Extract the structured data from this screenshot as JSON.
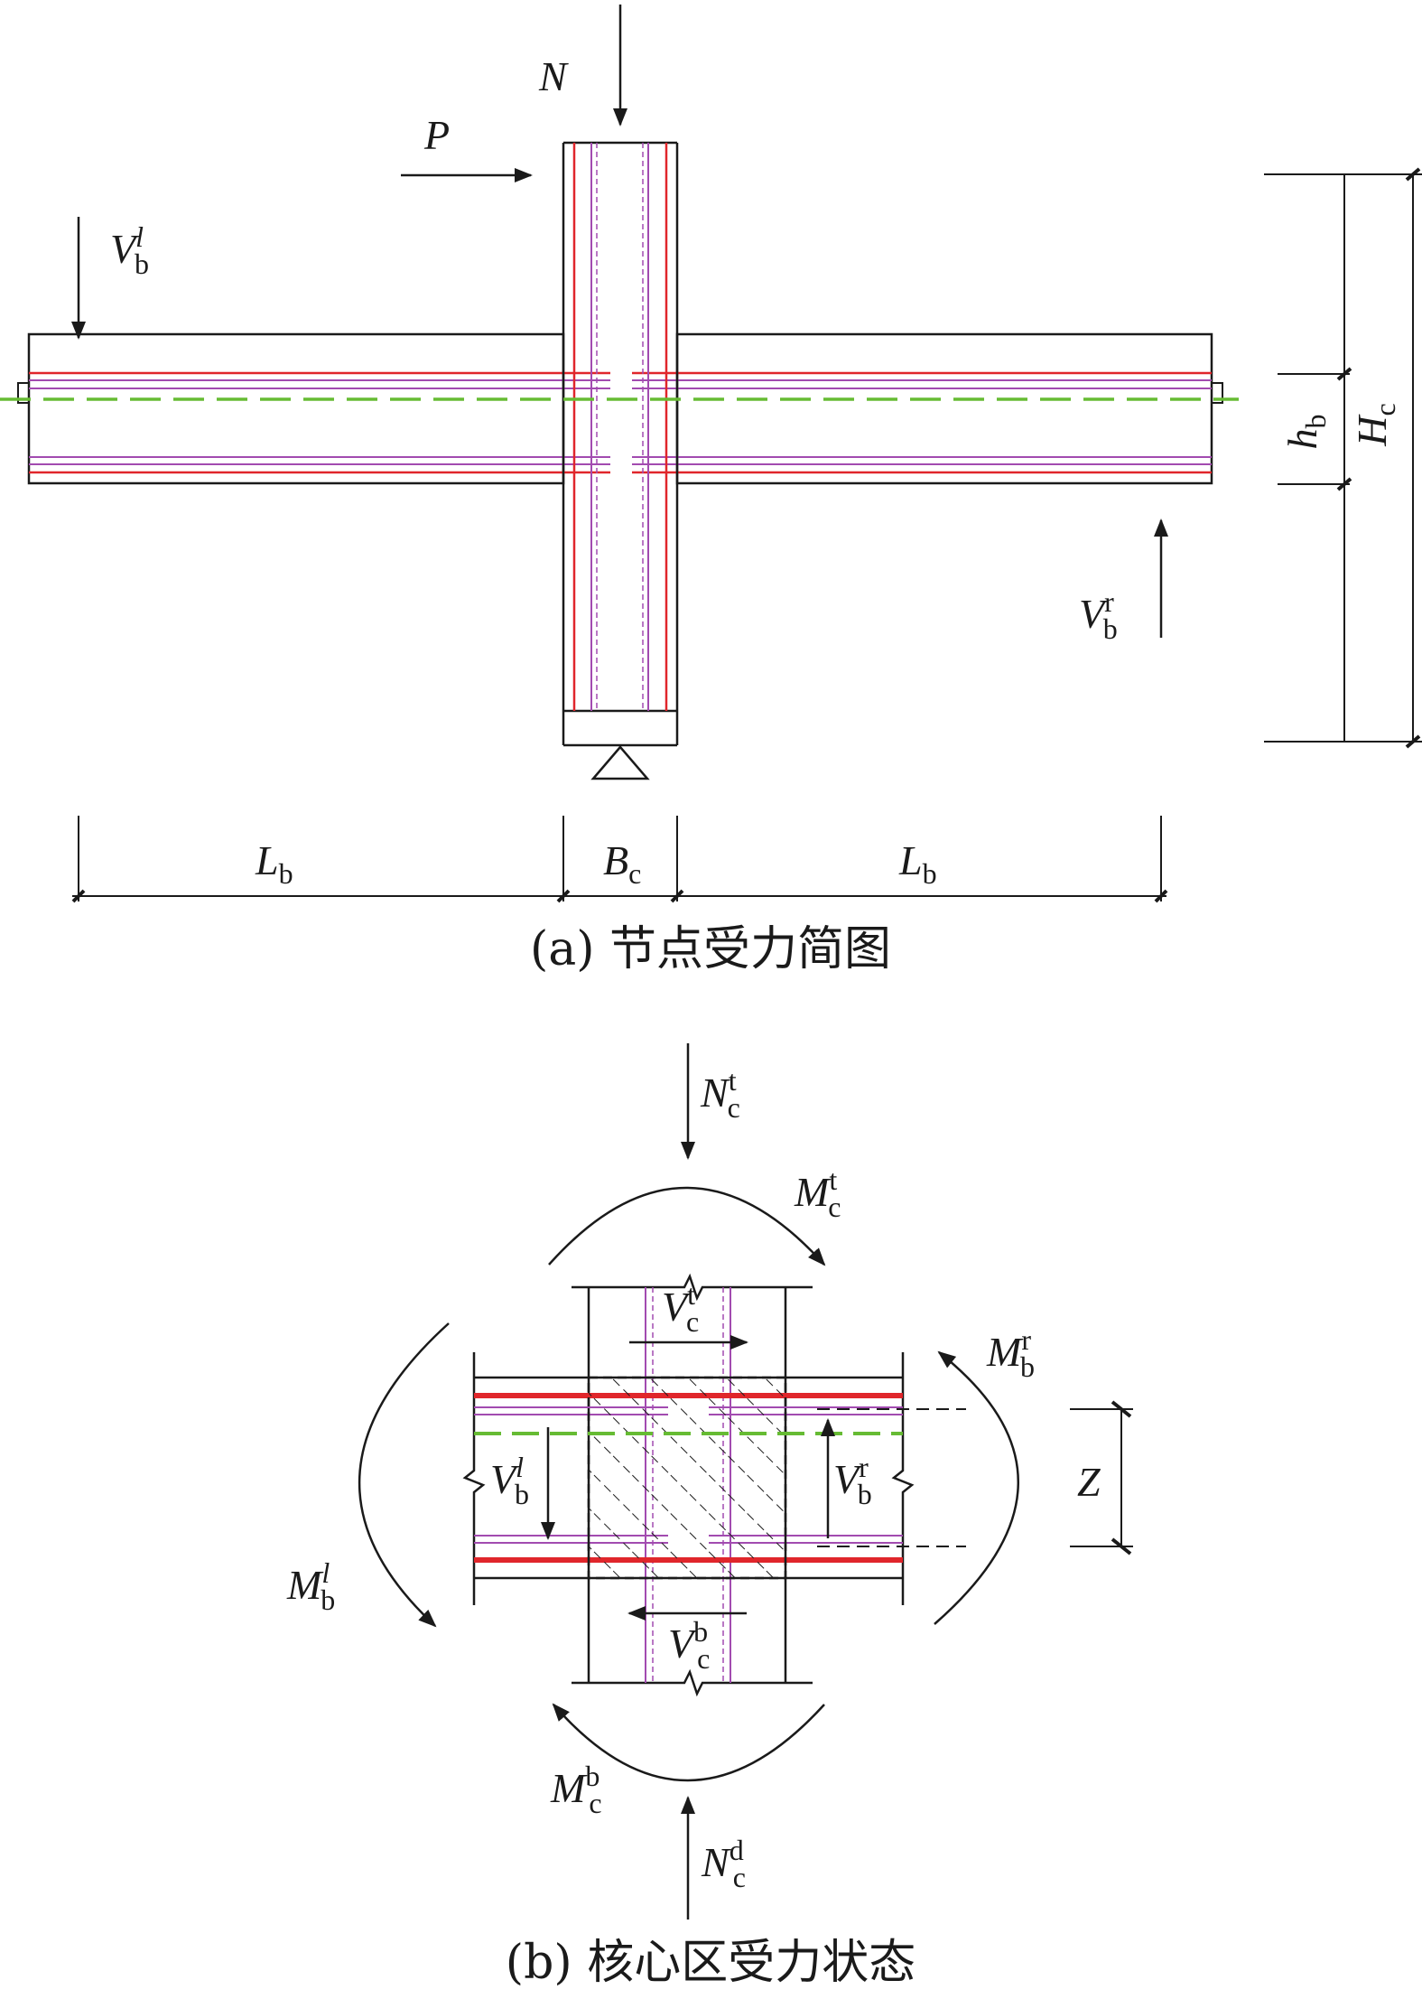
{
  "colors": {
    "line": "#1a1a1a",
    "main_rebar": "#e0262b",
    "steel_plate": "#a24bb0",
    "axis": "#66bb33"
  },
  "panel_a": {
    "caption": "(a) 节点受力简图",
    "forces": {
      "N": "N",
      "P": "P",
      "Vb_left": {
        "main": "V",
        "sub": "b",
        "sup": "l"
      },
      "Vb_right": {
        "main": "V",
        "sub": "b",
        "sup": "r"
      }
    },
    "dims": {
      "hb": {
        "main": "h",
        "sub": "b"
      },
      "Hc": {
        "main": "H",
        "sub": "c"
      },
      "Lb_left": {
        "main": "L",
        "sub": "b"
      },
      "Bc": {
        "main": "B",
        "sub": "c"
      },
      "Lb_right": {
        "main": "L",
        "sub": "b"
      }
    }
  },
  "panel_b": {
    "caption": "(b) 核心区受力状态",
    "forces": {
      "Nct": {
        "main": "N",
        "sub": "c",
        "sup": "t"
      },
      "Mct": {
        "main": "M",
        "sub": "c",
        "sup": "t"
      },
      "Vct": {
        "main": "V",
        "sub": "c",
        "sup": "t"
      },
      "Mbr": {
        "main": "M",
        "sub": "b",
        "sup": "r"
      },
      "Vbl": {
        "main": "V",
        "sub": "b",
        "sup": "l"
      },
      "Vbr": {
        "main": "V",
        "sub": "b",
        "sup": "r"
      },
      "Mbl": {
        "main": "M",
        "sub": "b",
        "sup": "l"
      },
      "Vcb": {
        "main": "V",
        "sub": "c",
        "sup": "b"
      },
      "Mcb": {
        "main": "M",
        "sub": "c",
        "sup": "b"
      },
      "Ncd": {
        "main": "N",
        "sub": "c",
        "sup": "d"
      }
    },
    "dims": {
      "Z": "Z"
    }
  }
}
